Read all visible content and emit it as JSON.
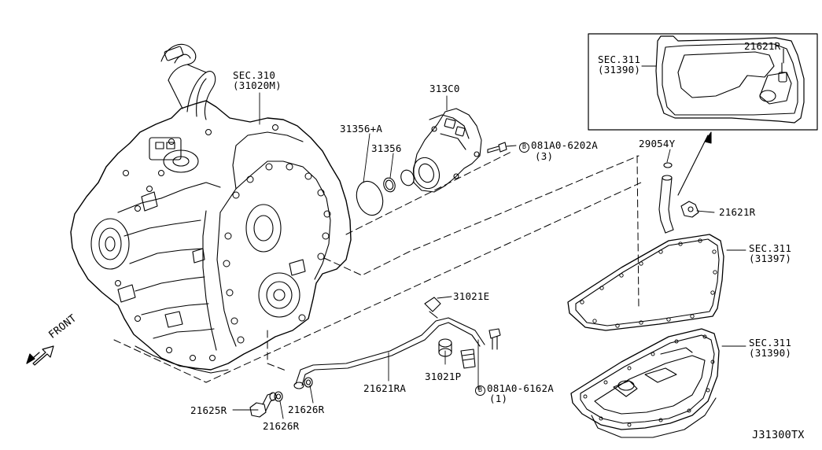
{
  "callouts": {
    "sec310": "SEC.310",
    "sec310_ref": "(31020M)",
    "p313C0": "313C0",
    "p31356A": "31356+A",
    "p31356": "31356",
    "bolt1_code": "081A0-6202A",
    "bolt1_qty": "(3)",
    "bolt_symbol": "B",
    "p29054Y": "29054Y",
    "p21621R_mid": "21621R",
    "sec311_gasket": "SEC.311",
    "sec311_gasket_ref": "(31397)",
    "sec311_pan": "SEC.311",
    "sec311_pan_ref": "(31390)",
    "p31021E": "31021E",
    "p31021P": "31021P",
    "bolt2_code": "081A0-6162A",
    "bolt2_qty": "(1)",
    "p21621RA": "21621RA",
    "p21626R_a": "21626R",
    "p21625R": "21625R",
    "p21626R_b": "21626R",
    "front": "FRONT",
    "inset_sec311": "SEC.311",
    "inset_sec311_ref": "(31390)",
    "inset_21621R": "21621R",
    "diagram_code": "J31300TX"
  }
}
